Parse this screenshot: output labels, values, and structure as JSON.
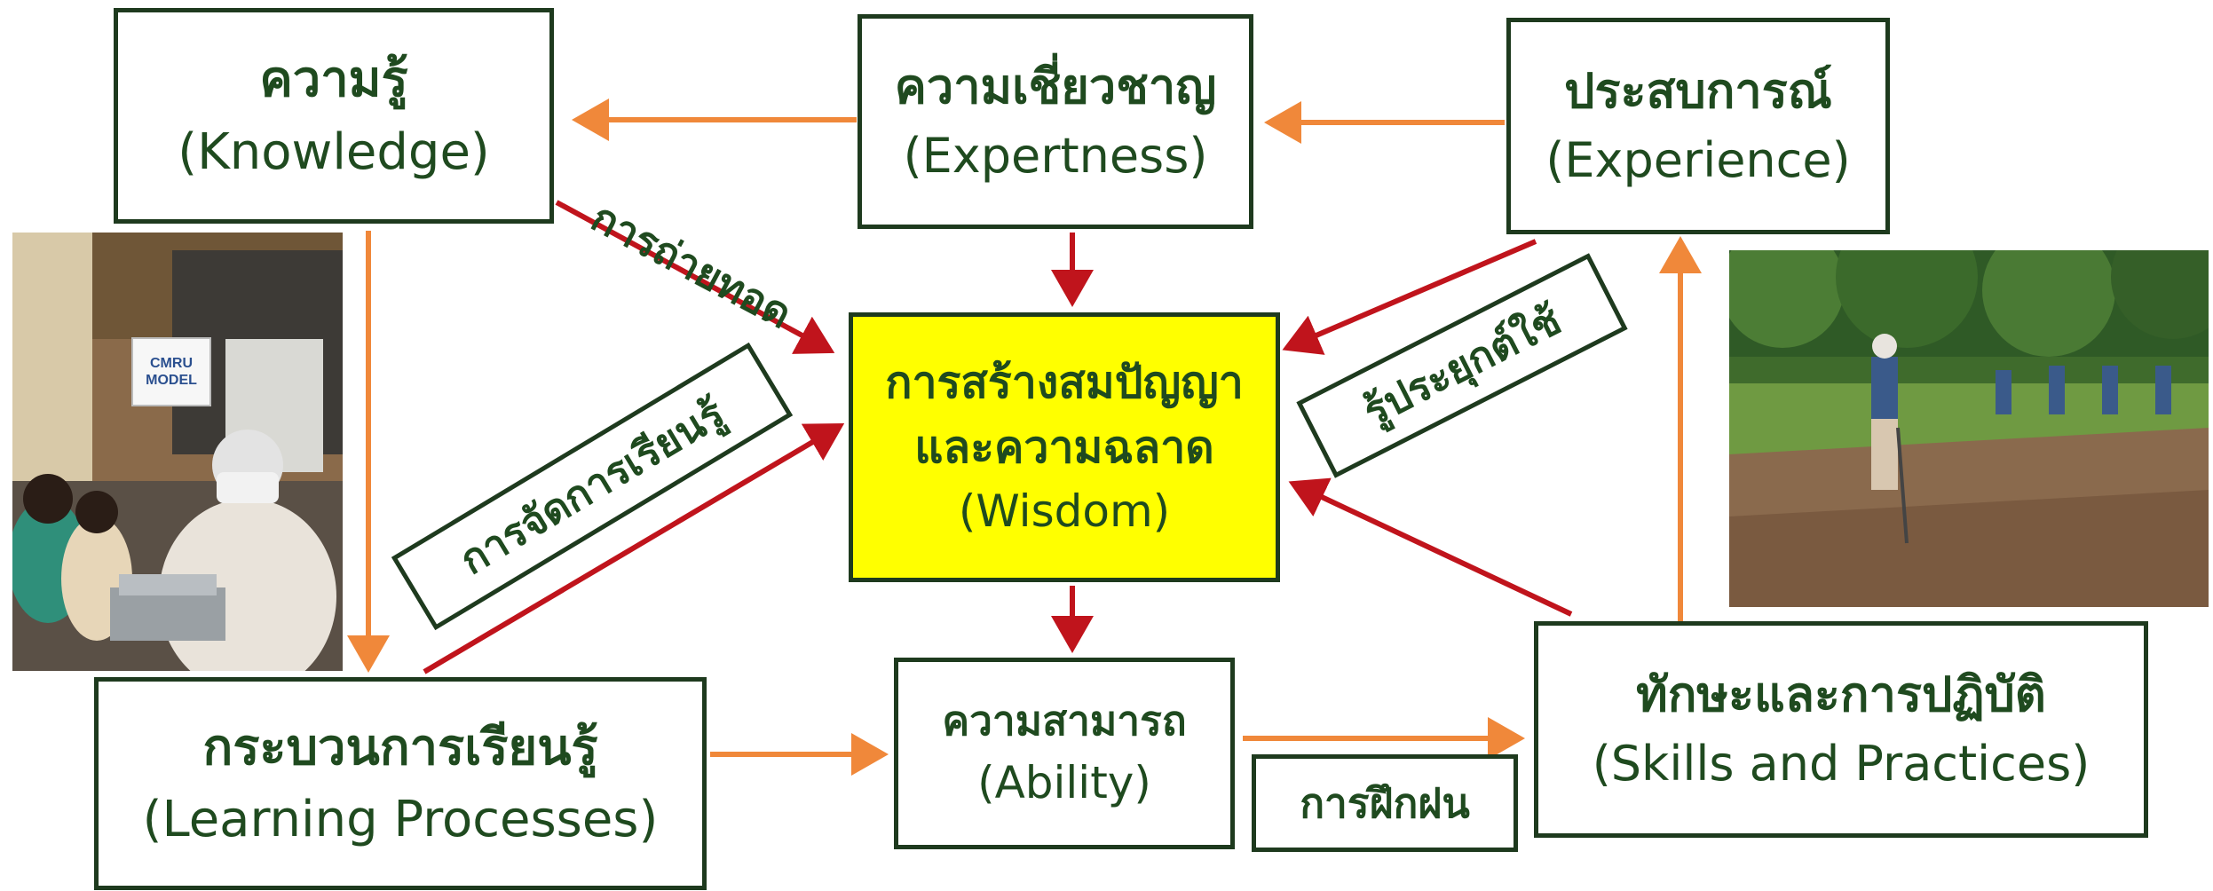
{
  "colors": {
    "text": "#1f4a1f",
    "border": "#1e3a1e",
    "center_fill": "#ffff00",
    "arrow_orange": "#f0883a",
    "arrow_red": "#c0141c"
  },
  "boxes": {
    "knowledge": {
      "th": "ความรู้",
      "en": "(Knowledge)"
    },
    "expertness": {
      "th": "ความเชี่ยวชาญ",
      "en": "(Expertness)"
    },
    "experience": {
      "th": "ประสบการณ์",
      "en": "(Experience)"
    },
    "wisdom": {
      "th1": "การสร้างสมปัญญา",
      "th2": "และความฉลาด",
      "en": "(Wisdom)"
    },
    "learning": {
      "th": "กระบวนการเรียนรู้",
      "en": "(Learning Processes)"
    },
    "ability": {
      "th": "ความสามารถ",
      "en": "(Ability)"
    },
    "skills": {
      "th": "ทักษะและการปฏิบัติ",
      "en": "(Skills and Practices)"
    }
  },
  "edge_labels": {
    "transfer": "การถ่ายทอด",
    "knowledge_management": "การจัดการเรียนรู้",
    "apply": "รู้ประยุกต์ใช้",
    "practice": "การฝึกฝน"
  },
  "photos": {
    "left": {
      "sign_line1": "CMRU",
      "sign_line2": "MODEL",
      "icon": "cooking-class-photo"
    },
    "right": {
      "icon": "field-work-photo"
    }
  }
}
